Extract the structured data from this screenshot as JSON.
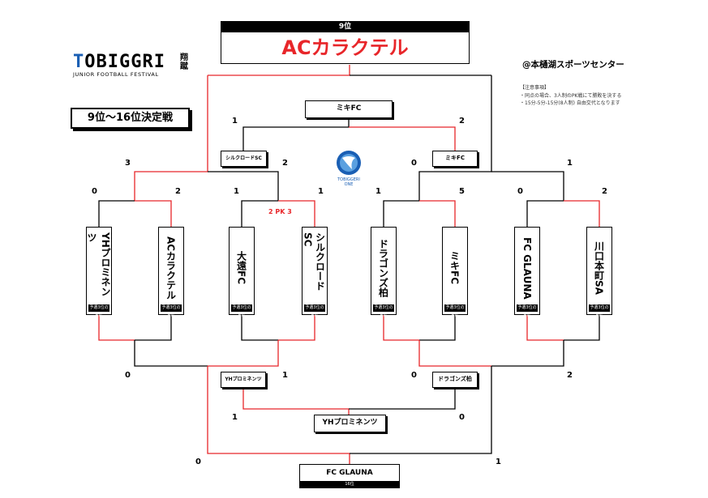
{
  "winner": {
    "label": "9位",
    "name": "ACカラクテル"
  },
  "logo": {
    "brand_part1": "T",
    "brand_part2": "OBIGGRI",
    "kanji": "翔蹴",
    "tagline": "JUNIOR FOOTBALL FESTIVAL"
  },
  "title": "9位～16位決定戦",
  "venue": "@本樋湖スポーツセンター",
  "notes": {
    "heading": "【注意事項】",
    "lines": [
      "・同点の場合、3人制のPK戦にて勝敗を決する",
      "・15分-5分-15分(8人制) 自由交代となります"
    ]
  },
  "teams": [
    {
      "name": "YHプロミネンツ",
      "foot": "予選3位の4位"
    },
    {
      "name": "ACカラクテル",
      "foot": "予選3位の4位"
    },
    {
      "name": "大遠FC",
      "foot": "予選3位の4位"
    },
    {
      "name": "シルクロードSC",
      "foot": "予選3位の4位"
    },
    {
      "name": "ドラゴンズ柏",
      "foot": "予選3位の4位"
    },
    {
      "name": "ミキFC",
      "foot": "予選3位の4位"
    },
    {
      "name": "FC GLAUNA",
      "foot": "予選3位の4位"
    },
    {
      "name": "川口本町SA",
      "foot": "予選3位の4位"
    }
  ],
  "round1_scores": [
    "0",
    "2",
    "1",
    "1",
    "1",
    "5",
    "0",
    "2"
  ],
  "pk_note": "2 PK 3",
  "upper": {
    "semi_left_scores": [
      "3",
      "2"
    ],
    "semi_right_scores": [
      "0",
      "1"
    ],
    "left_winner": "シルクロードSC",
    "right_winner": "ミキFC",
    "final_scores": [
      "1",
      "2"
    ],
    "final_winner": "ミキFC"
  },
  "lower": {
    "semi_left_scores": [
      "0",
      "1"
    ],
    "semi_right_scores": [
      "0",
      "2"
    ],
    "left_winner": "YHプロミネンツ",
    "right_winner": "ドラゴンズ柏",
    "final_scores": [
      "1",
      "0"
    ],
    "final_winner": "YHプロミネンツ",
    "bottom_scores": [
      "0",
      "1"
    ],
    "bottom_winner": "FC GLAUNA",
    "bottom_foot": "16位"
  },
  "emblem_text": "TOBIGGERI ONE",
  "colors": {
    "accent": "#e8262a",
    "brand_blue": "#1a5fb4",
    "line": "#000000"
  }
}
